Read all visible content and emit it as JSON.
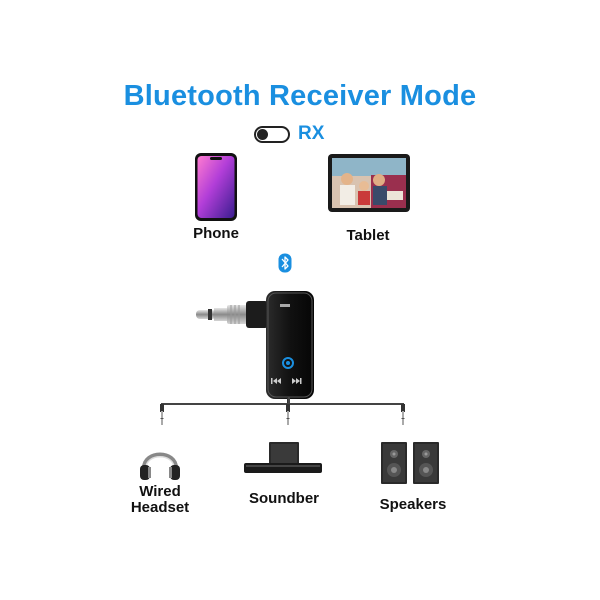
{
  "title": "Bluetooth Receiver Mode",
  "mode": {
    "label": "RX",
    "state": "off"
  },
  "sources": [
    {
      "label": "Phone",
      "icon": "smartphone-icon"
    },
    {
      "label": "Tablet",
      "icon": "tablet-icon"
    }
  ],
  "connector_icon": "bluetooth-icon",
  "device": {
    "icon": "bluetooth-receiver-device"
  },
  "outputs": [
    {
      "label": "Wired\nHeadset",
      "icon": "headphones-icon"
    },
    {
      "label": "Soundber",
      "icon": "soundbar-icon"
    },
    {
      "label": "Speakers",
      "icon": "speakers-icon"
    }
  ],
  "colors": {
    "accent": "#1a8fe0",
    "text": "#111111",
    "device_body": "#1a1a1a"
  }
}
